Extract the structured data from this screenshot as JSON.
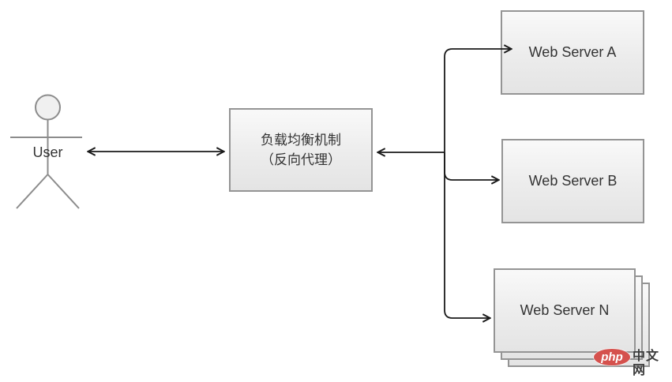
{
  "diagram": {
    "user": {
      "label": "User"
    },
    "load_balancer": {
      "label_line1": "负载均衡机制",
      "label_line2": "（反向代理）"
    },
    "servers": [
      {
        "label": "Web Server A"
      },
      {
        "label": "Web Server B"
      },
      {
        "label": "Web Server N"
      }
    ],
    "colors": {
      "node_border": "#949494",
      "node_fill_top": "#f9f9f9",
      "node_fill_bottom": "#e4e4e4",
      "connector": "#1a1a1a",
      "figure_stroke": "#8c8c8c",
      "text": "#333333"
    }
  },
  "watermark": {
    "logo_text": "php",
    "site_text": "中文网",
    "logo_bg": "#d5514d",
    "logo_fg": "#ffffff"
  }
}
